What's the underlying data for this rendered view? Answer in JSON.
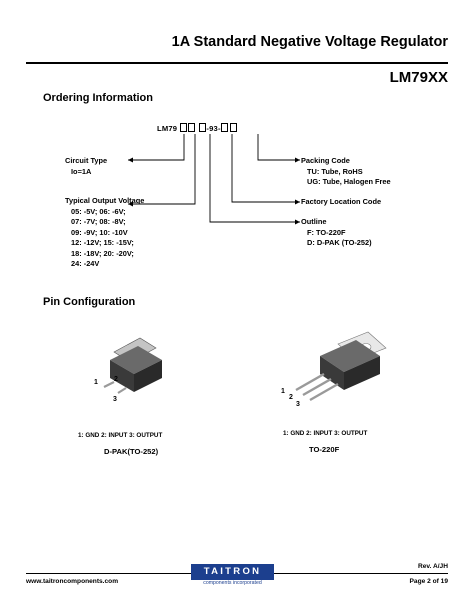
{
  "header": {
    "title": "1A Standard Negative Voltage Regulator",
    "part": "LM79XX"
  },
  "ordering": {
    "heading": "Ordering Information",
    "code_prefix": "LM79",
    "code_mid": "-93-",
    "circuit_type": [
      "Circuit Type",
      "Io=1A"
    ],
    "voltage": [
      "Typical Output Voltage",
      "05: -5V; 06: -6V;",
      "07: -7V; 08: -8V;",
      "09: -9V; 10: -10V",
      "12: -12V; 15: -15V;",
      "18: -18V; 20: -20V;",
      "24: -24V"
    ],
    "packing": [
      "Packing Code",
      "TU: Tube, RoHS",
      "UG: Tube, Halogen Free"
    ],
    "factory": "Factory Location Code",
    "outline": [
      "Outline",
      "F: TO-220F",
      "D: D-PAK (TO-252)"
    ]
  },
  "pins": {
    "heading": "Pin Configuration",
    "dpak": {
      "caption": "1: GND   2: INPUT   3: OUTPUT",
      "label": "D-PAK(TO-252)",
      "pin_numbers": [
        "1",
        "2",
        "3"
      ]
    },
    "to220f": {
      "caption": "1: GND   2: INPUT   3: OUTPUT",
      "label": "TO-220F",
      "pin_numbers": [
        "1",
        "2",
        "3"
      ]
    }
  },
  "footer": {
    "logo": "TAITRON",
    "logo_sub": "components incorporated",
    "url": "www.taitroncomponents.com",
    "rev": "Rev. A/JH",
    "page": "Page 2 of 19"
  },
  "colors": {
    "brand": "#1c3f8e",
    "package_body": "#3a3a3a",
    "package_top": "#6a6a6a",
    "tab": "#bdbdbd"
  }
}
